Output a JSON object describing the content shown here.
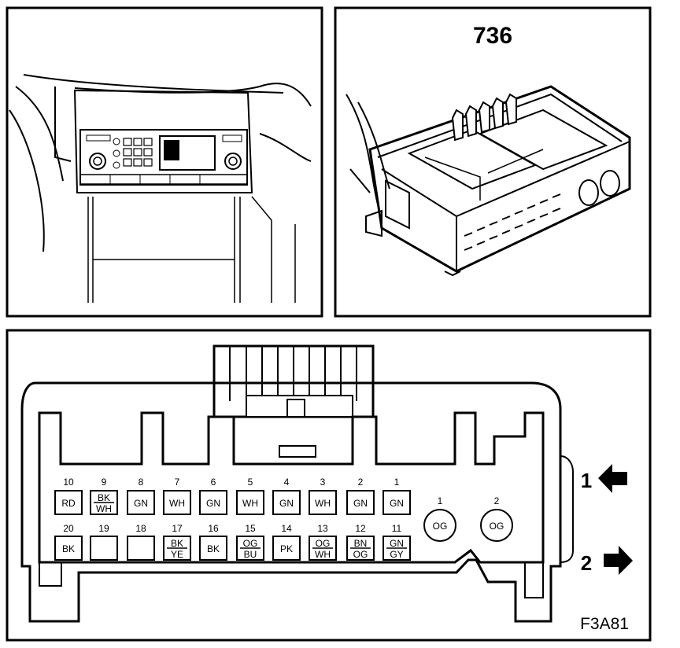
{
  "connector_number": "736",
  "figure_code": "F3A81",
  "arrows": [
    {
      "label": "1",
      "direction": "left"
    },
    {
      "label": "2",
      "direction": "right"
    }
  ],
  "pins_row_top": [
    {
      "num": "10",
      "colors": [
        "RD"
      ]
    },
    {
      "num": "9",
      "colors": [
        "BK",
        "WH"
      ]
    },
    {
      "num": "8",
      "colors": [
        "GN"
      ]
    },
    {
      "num": "7",
      "colors": [
        "WH"
      ]
    },
    {
      "num": "6",
      "colors": [
        "GN"
      ]
    },
    {
      "num": "5",
      "colors": [
        "WH"
      ]
    },
    {
      "num": "4",
      "colors": [
        "GN"
      ]
    },
    {
      "num": "3",
      "colors": [
        "WH"
      ]
    },
    {
      "num": "2",
      "colors": [
        "GN"
      ]
    },
    {
      "num": "1",
      "colors": [
        "GN"
      ]
    }
  ],
  "pins_row_bottom": [
    {
      "num": "20",
      "colors": [
        "BK"
      ]
    },
    {
      "num": "19",
      "colors": []
    },
    {
      "num": "18",
      "colors": []
    },
    {
      "num": "17",
      "colors": [
        "BK",
        "YE"
      ]
    },
    {
      "num": "16",
      "colors": [
        "BK"
      ]
    },
    {
      "num": "15",
      "colors": [
        "OG",
        "BU"
      ]
    },
    {
      "num": "14",
      "colors": [
        "PK"
      ]
    },
    {
      "num": "13",
      "colors": [
        "OG",
        "WH"
      ]
    },
    {
      "num": "12",
      "colors": [
        "BN",
        "OG"
      ]
    },
    {
      "num": "11",
      "colors": [
        "GN",
        "GY"
      ]
    }
  ],
  "round_pins": [
    {
      "num": "1",
      "color": "OG"
    },
    {
      "num": "2",
      "color": "OG"
    }
  ]
}
